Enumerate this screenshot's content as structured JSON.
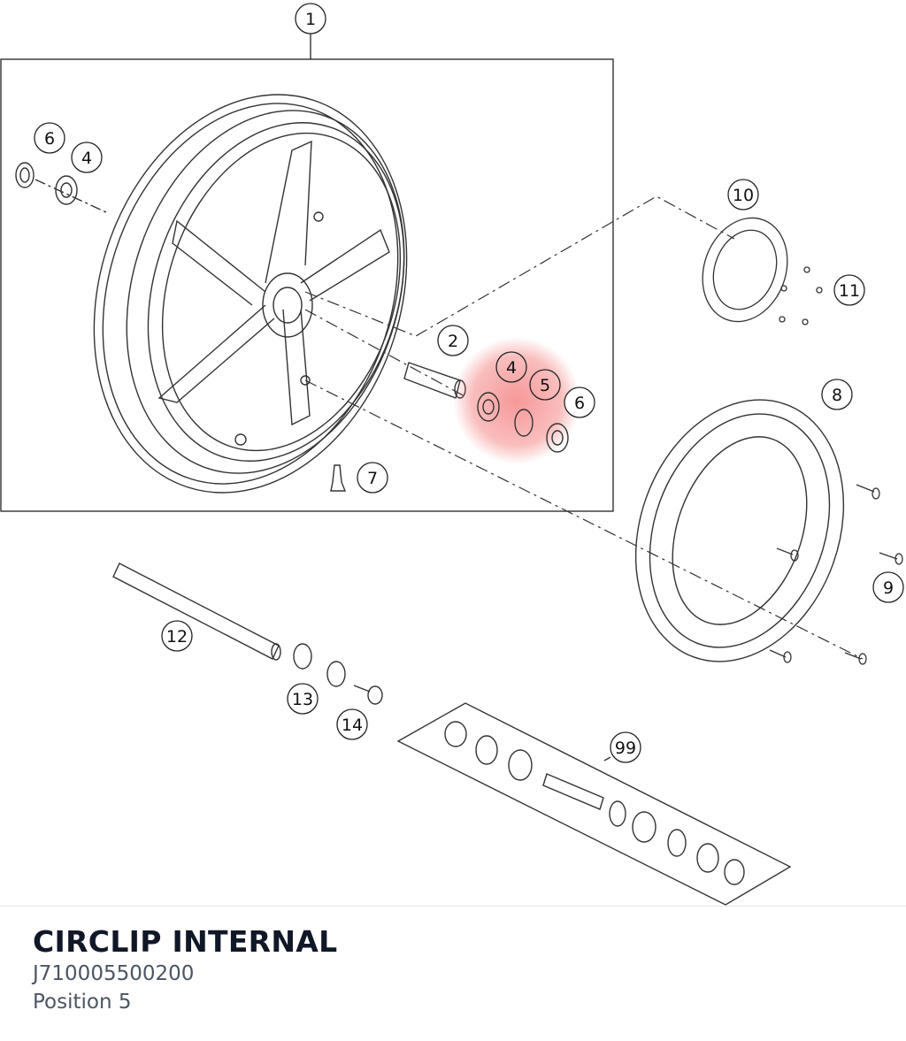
{
  "diagram": {
    "callouts": [
      "1",
      "2",
      "4",
      "4",
      "5",
      "6",
      "6",
      "7",
      "8",
      "9",
      "10",
      "11",
      "12",
      "13",
      "14",
      "99"
    ],
    "highlight_color": "#ef4444"
  },
  "part": {
    "title": "CIRCLIP INTERNAL",
    "number": "J710005500200",
    "position": "Position 5"
  }
}
